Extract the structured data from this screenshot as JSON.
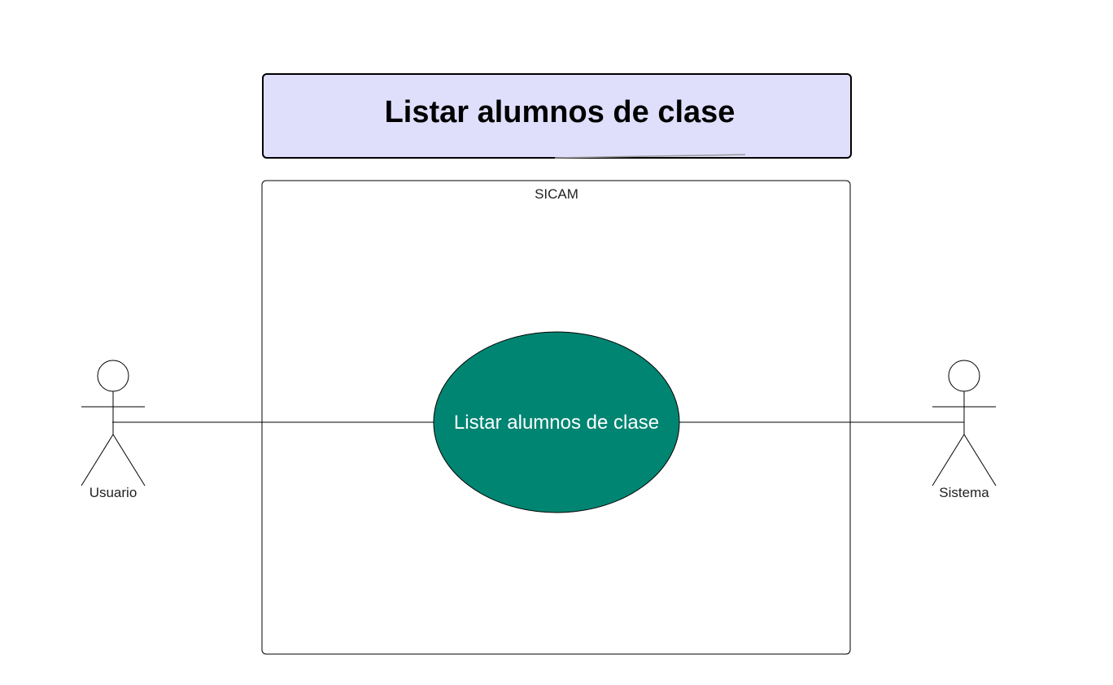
{
  "title": {
    "text": "Listar alumnos de clase",
    "fill_color": "#dfdffc",
    "border_color": "#000000"
  },
  "system_boundary": {
    "label": "SICAM"
  },
  "use_case": {
    "label": "Listar alumnos de clase",
    "fill_color": "#008572",
    "text_color": "#ffffff"
  },
  "actors": [
    {
      "name": "Usuario"
    },
    {
      "name": "Sistema"
    }
  ],
  "colors": {
    "stroke": "#000000",
    "text": "#222222"
  }
}
